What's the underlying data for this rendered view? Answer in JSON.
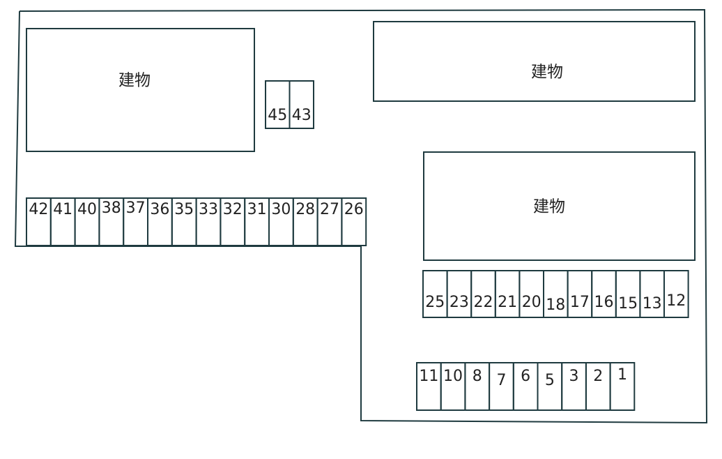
{
  "colors": {
    "line": "#1e3a3f",
    "text": "#222222",
    "background": "#ffffff"
  },
  "buildings": [
    {
      "id": "top-left",
      "label": "建物"
    },
    {
      "id": "top-right",
      "label": "建物"
    },
    {
      "id": "middle-right",
      "label": "建物"
    }
  ],
  "rows": [
    {
      "id": "top-pair",
      "stalls": [
        "45",
        "43"
      ]
    },
    {
      "id": "left-row",
      "stalls": [
        "42",
        "41",
        "40",
        "38",
        "37",
        "36",
        "35",
        "33",
        "32",
        "31",
        "30",
        "28",
        "27",
        "26"
      ]
    },
    {
      "id": "right-row",
      "stalls": [
        "25",
        "23",
        "22",
        "21",
        "20",
        "18",
        "17",
        "16",
        "15",
        "13",
        "12"
      ]
    },
    {
      "id": "bottom-row",
      "stalls": [
        "11",
        "10",
        "8",
        "7",
        "6",
        "5",
        "3",
        "2",
        "1"
      ]
    }
  ]
}
